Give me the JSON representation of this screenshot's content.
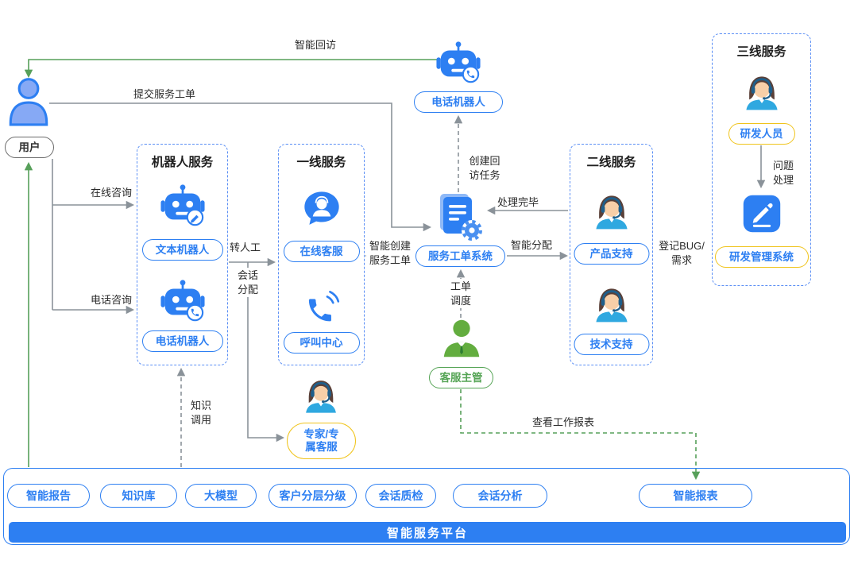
{
  "colors": {
    "blue": "#2d7ff2",
    "green": "#55a455",
    "yellow": "#f0c41c"
  },
  "user": {
    "label": "用户"
  },
  "top_phone_robot": {
    "label": "电话机器人"
  },
  "groups": {
    "robot_service": {
      "title": "机器人服务",
      "items": [
        {
          "label": "文本机器人",
          "icon": "text-robot-icon"
        },
        {
          "label": "电话机器人",
          "icon": "phone-robot-icon"
        }
      ]
    },
    "first_line": {
      "title": "一线服务",
      "items": [
        {
          "label": "在线客服",
          "icon": "online-service-icon"
        },
        {
          "label": "呼叫中心",
          "icon": "call-center-icon"
        }
      ]
    },
    "second_line": {
      "title": "二线服务",
      "items": [
        {
          "label": "产品支持",
          "icon": "agent-icon"
        },
        {
          "label": "技术支持",
          "icon": "agent-icon"
        }
      ]
    },
    "third_line": {
      "title": "三线服务",
      "items": [
        {
          "label": "研发人员",
          "icon": "agent-icon"
        },
        {
          "label": "研发管理系统",
          "icon": "dev-system-icon"
        }
      ]
    }
  },
  "ticket_system": {
    "label": "服务工单系统",
    "icon": "ticket-system-icon"
  },
  "supervisor": {
    "label": "客服主管",
    "icon": "supervisor-icon"
  },
  "expert": {
    "label": "专家/专\n属客服",
    "icon": "agent-icon"
  },
  "edges": {
    "smart_callback": "智能回访",
    "submit_ticket": "提交服务工单",
    "online_consult": "在线咨询",
    "phone_consult": "电话咨询",
    "to_human": "转人工",
    "session_assign": "会话\n分配",
    "smart_create_ticket": "智能创建\n服务工单",
    "create_callback_task": "创建回\n访任务",
    "done": "处理完毕",
    "smart_assign": "智能分配",
    "ticket_dispatch": "工单\n调度",
    "view_reports": "查看工作报表",
    "register_bug": "登记BUG/\n需求",
    "issue_handling": "问题\n处理",
    "knowledge_call": "知识\n调用"
  },
  "platform": {
    "title": "智能服务平台",
    "items": [
      "智能报告",
      "知识库",
      "大模型",
      "客户分层分级",
      "会话质检",
      "会话分析",
      "智能报表"
    ]
  }
}
